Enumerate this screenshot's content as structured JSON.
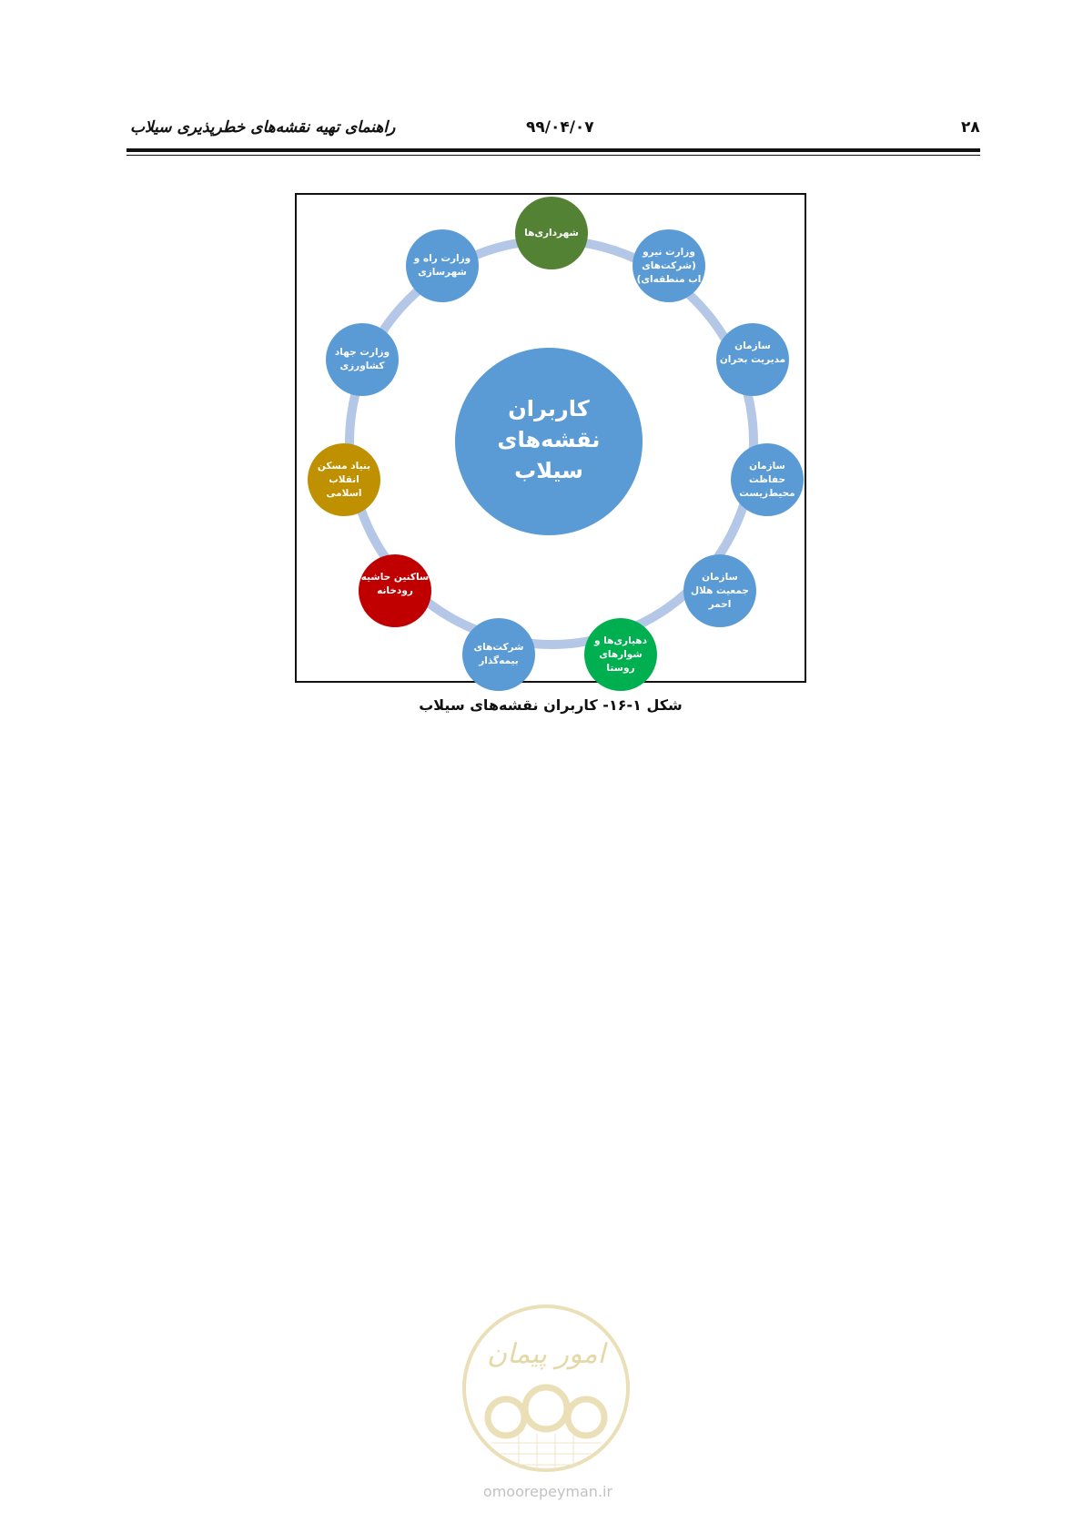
{
  "header": {
    "title": "راهنمای تهیه نقشه‌های خطرپذیری سیلاب",
    "date": "۹۹/۰۴/۰۷",
    "page_number": "۲۸"
  },
  "diagram": {
    "center": {
      "line1": "کاربران",
      "line2": "نقشه‌های",
      "line3": "سیلاب",
      "color": "#5b9bd5"
    },
    "ring_color": "#b4c7e7",
    "nodes": [
      {
        "id": "municipalities",
        "label": "شهرداری‌ها",
        "color": "#548235"
      },
      {
        "id": "energy-ministry",
        "label": "وزارت نیرو (شرکت‌های اب منطقه‌ای)",
        "color": "#5b9bd5"
      },
      {
        "id": "crisis-management",
        "label": "سازمان مدیریت بحران",
        "color": "#5b9bd5"
      },
      {
        "id": "environment-protection",
        "label": "سازمان حفاظت محیط‌زیست",
        "color": "#5b9bd5"
      },
      {
        "id": "red-crescent",
        "label": "سازمان جمعیت هلال احمر",
        "color": "#5b9bd5"
      },
      {
        "id": "village-councils",
        "label": "دهیاری‌ها و شوارهای روستا",
        "color": "#00b050"
      },
      {
        "id": "insurance-companies",
        "label": "شرکت‌های بیمه‌گذار",
        "color": "#5b9bd5"
      },
      {
        "id": "riverside-residents",
        "label": "ساکنین حاشیه رودخانه",
        "color": "#c00000"
      },
      {
        "id": "housing-foundation",
        "label": "بنیاد مسکن انقلاب اسلامی",
        "color": "#bf9000"
      },
      {
        "id": "agriculture-ministry",
        "label": "وزارت جهاد کشاورزی",
        "color": "#5b9bd5"
      },
      {
        "id": "roads-ministry",
        "label": "وزارت راه و شهرسازی",
        "color": "#5b9bd5"
      }
    ]
  },
  "caption": "شکل ۱-۱۶- کاربران نقشه‌های سیلاب",
  "watermark": {
    "logo_text": "امور پیمان",
    "url": "omoorepeyman.ir"
  }
}
